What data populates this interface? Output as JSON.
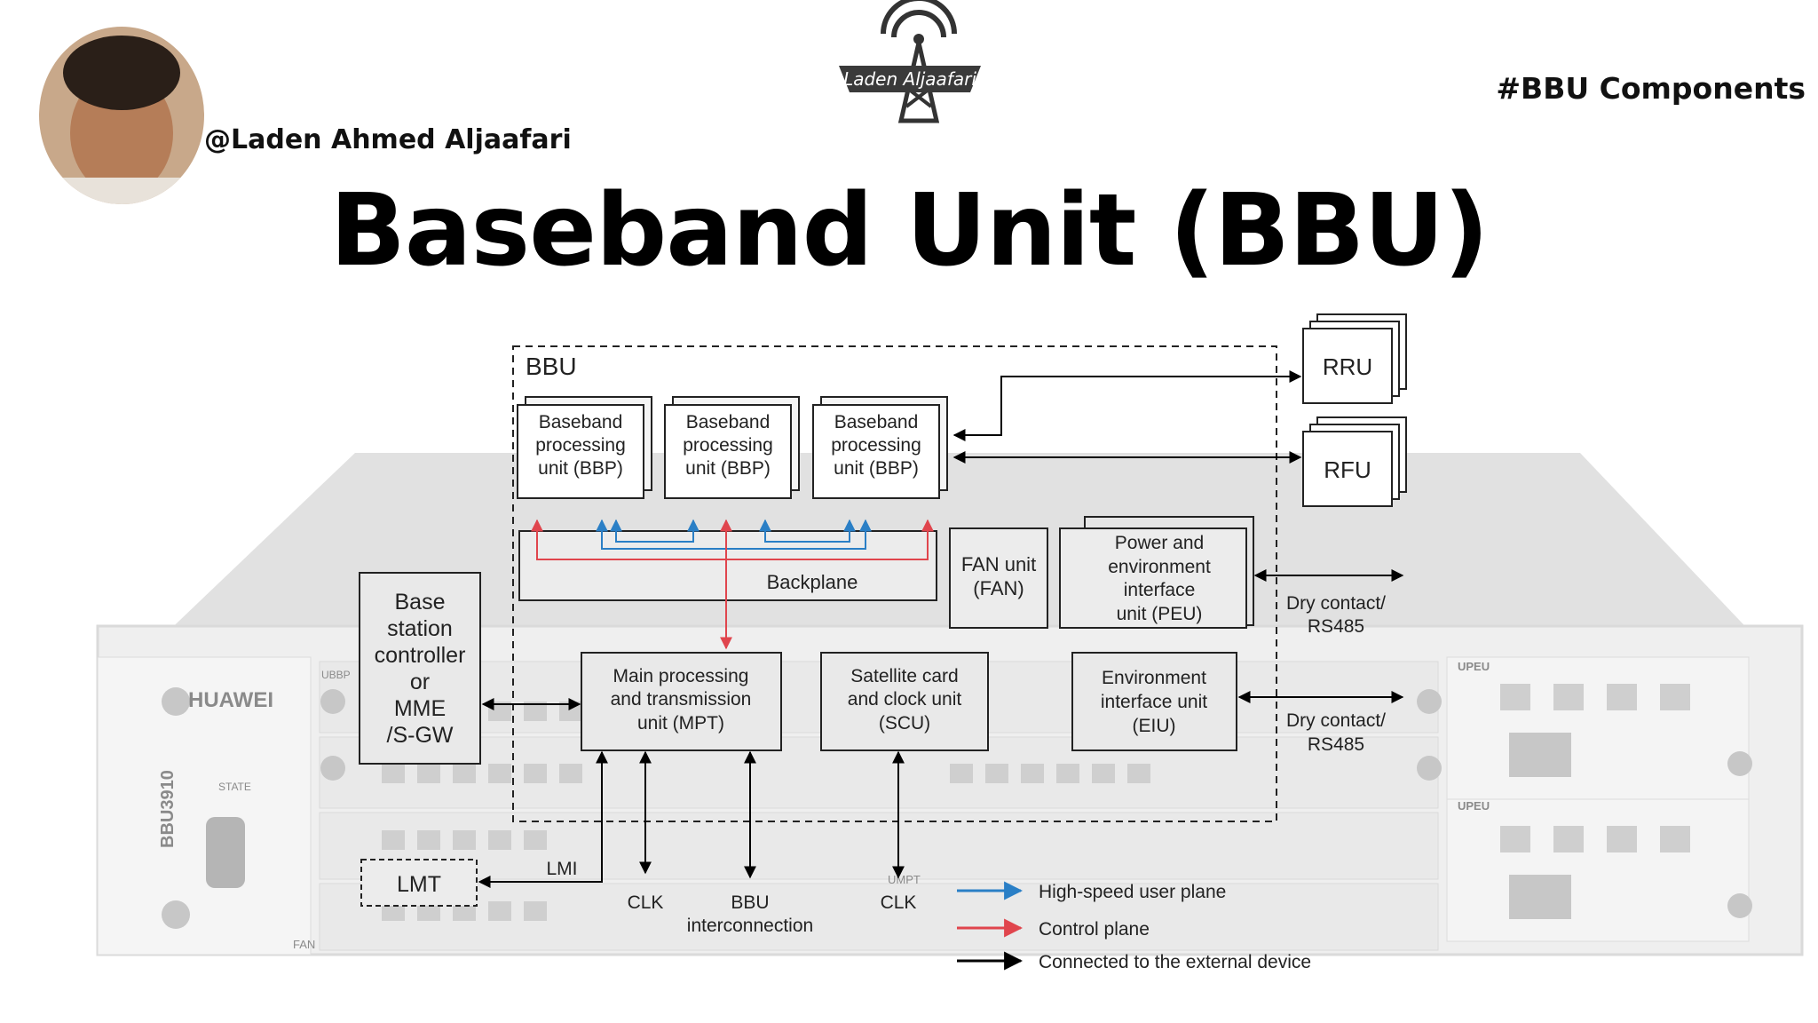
{
  "header": {
    "handle": "@Laden Ahmed Aljaafari",
    "logo_text": "Laden Aljaafari",
    "hashtag": "#BBU Components",
    "title": "Baseband Unit (BBU)"
  },
  "photo_labels": {
    "brand": "HUAWEI",
    "model": "BBU3910",
    "state": "STATE",
    "fan": "FAN",
    "slot_top": "UBBP",
    "slot_upeu": "UPEU",
    "slot_umpt": "UMPT"
  },
  "diagram": {
    "bbu_label": "BBU",
    "bbp_line1": "Baseband",
    "bbp_line2": "processing",
    "bbp_line3": "unit (BBP)",
    "rru": "RRU",
    "rfu": "RFU",
    "backplane": "Backplane",
    "fan_line1": "FAN unit",
    "fan_line2": "(FAN)",
    "peu_lines": [
      "Power and",
      "environment",
      "interface",
      "unit (PEU)"
    ],
    "dry_contact_1": "Dry contact/",
    "rs485": "RS485",
    "dry_contact_2": "Dry contact/",
    "bsc_lines": [
      "Base",
      "station",
      "controller",
      "or",
      "MME",
      "/S-GW"
    ],
    "mpt_lines": [
      "Main processing",
      "and transmission",
      "unit (MPT)"
    ],
    "scu_lines": [
      "Satellite card",
      "and clock unit",
      "(SCU)"
    ],
    "eiu_lines": [
      "Environment",
      "interface unit",
      "(EIU)"
    ],
    "lmt": "LMT",
    "lmi": "LMI",
    "clk": "CLK",
    "bbu_inter_1": "BBU",
    "bbu_inter_2": "interconnection",
    "clk2": "CLK"
  },
  "legend": {
    "user_plane": "High-speed user plane",
    "control_plane": "Control plane",
    "external": "Connected to the external device"
  },
  "colors": {
    "user_plane": "#2a7fc6",
    "control_plane": "#e0454d",
    "external": "#000000"
  }
}
